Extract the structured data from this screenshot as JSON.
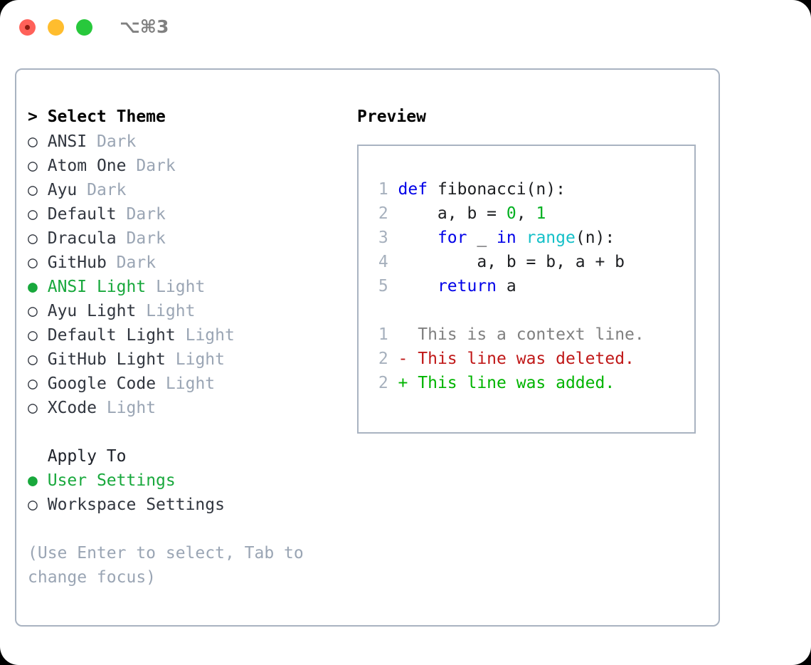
{
  "window": {
    "shortcut": "⌥⌘3",
    "traffic_lights": {
      "close_color": "#ff6159",
      "minimize_color": "#ffbd2e",
      "maximize_color": "#28c83c"
    }
  },
  "theme_picker": {
    "header_prefix": "> ",
    "header": "Select Theme",
    "bullet_selected": "●",
    "bullet_unselected": "○",
    "items": [
      {
        "name": "ANSI",
        "kind": "Dark",
        "selected": false
      },
      {
        "name": "Atom One",
        "kind": "Dark",
        "selected": false
      },
      {
        "name": "Ayu",
        "kind": "Dark",
        "selected": false
      },
      {
        "name": "Default",
        "kind": "Dark",
        "selected": false
      },
      {
        "name": "Dracula",
        "kind": "Dark",
        "selected": false
      },
      {
        "name": "GitHub",
        "kind": "Dark",
        "selected": false
      },
      {
        "name": "ANSI Light",
        "kind": "Light",
        "selected": true
      },
      {
        "name": "Ayu Light",
        "kind": "Light",
        "selected": false
      },
      {
        "name": "Default Light",
        "kind": "Light",
        "selected": false
      },
      {
        "name": "GitHub Light",
        "kind": "Light",
        "selected": false
      },
      {
        "name": "Google Code",
        "kind": "Light",
        "selected": false
      },
      {
        "name": "XCode",
        "kind": "Light",
        "selected": false
      }
    ]
  },
  "apply_to": {
    "label": "Apply To",
    "options": [
      {
        "name": "User Settings",
        "selected": true
      },
      {
        "name": "Workspace Settings",
        "selected": false
      }
    ]
  },
  "hint": "(Use Enter to select, Tab to change focus)",
  "preview": {
    "title": "Preview",
    "code_lines": [
      {
        "num": "1",
        "tokens": [
          {
            "text": "def ",
            "style": "kw"
          },
          {
            "text": "fibonacci(n):",
            "style": "plain"
          }
        ]
      },
      {
        "num": "2",
        "tokens": [
          {
            "text": "    a, b = ",
            "style": "plain"
          },
          {
            "text": "0",
            "style": "num"
          },
          {
            "text": ", ",
            "style": "plain"
          },
          {
            "text": "1",
            "style": "num"
          }
        ]
      },
      {
        "num": "3",
        "tokens": [
          {
            "text": "    ",
            "style": "plain"
          },
          {
            "text": "for",
            "style": "kw"
          },
          {
            "text": " _ ",
            "style": "plain"
          },
          {
            "text": "in",
            "style": "kw"
          },
          {
            "text": " ",
            "style": "plain"
          },
          {
            "text": "range",
            "style": "fn"
          },
          {
            "text": "(n):",
            "style": "plain"
          }
        ]
      },
      {
        "num": "4",
        "tokens": [
          {
            "text": "        a, b = b, a + b",
            "style": "plain"
          }
        ]
      },
      {
        "num": "5",
        "tokens": [
          {
            "text": "    ",
            "style": "plain"
          },
          {
            "text": "return",
            "style": "kw"
          },
          {
            "text": " a",
            "style": "plain"
          }
        ]
      }
    ],
    "diff_lines": [
      {
        "num": "1",
        "marker": "  ",
        "text": "This is a context line.",
        "style": "ctx"
      },
      {
        "num": "2",
        "marker": "- ",
        "text": "This line was deleted.",
        "style": "del"
      },
      {
        "num": "2",
        "marker": "+ ",
        "text": "This line was added.",
        "style": "add"
      }
    ]
  },
  "colors": {
    "accent_green": "#18a83c",
    "muted": "#9aa5b4",
    "border": "#a9b3c1",
    "keyword_blue": "#0000e8",
    "function_cyan": "#14c0c8",
    "number_green": "#00b020",
    "diff_delete_red": "#c01818",
    "diff_add_green": "#00b400"
  }
}
